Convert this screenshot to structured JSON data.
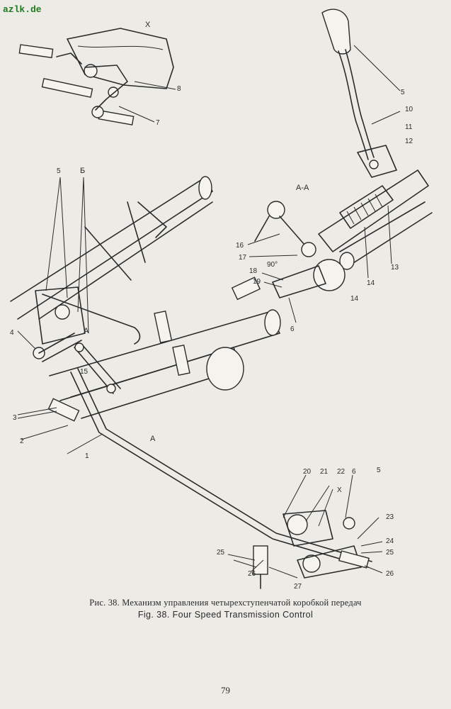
{
  "watermark": "azlk.de",
  "figure": {
    "section_labels": [
      "X",
      "A-A",
      "Б",
      "A",
      "A"
    ],
    "angle_label": "90°",
    "callouts": [
      "1",
      "2",
      "3",
      "4",
      "5",
      "5",
      "5",
      "6",
      "6",
      "7",
      "8",
      "10",
      "11",
      "12",
      "13",
      "14",
      "14",
      "15",
      "16",
      "17",
      "18",
      "19",
      "20",
      "21",
      "22",
      "23",
      "24",
      "25",
      "25",
      "26",
      "26",
      "27",
      "X"
    ]
  },
  "caption": {
    "ru": "Рис. 38. Механизм управления четырехступенчатой коробкой передач",
    "en": "Fig. 38. Four Speed Transmission Control"
  },
  "page_number": "79"
}
